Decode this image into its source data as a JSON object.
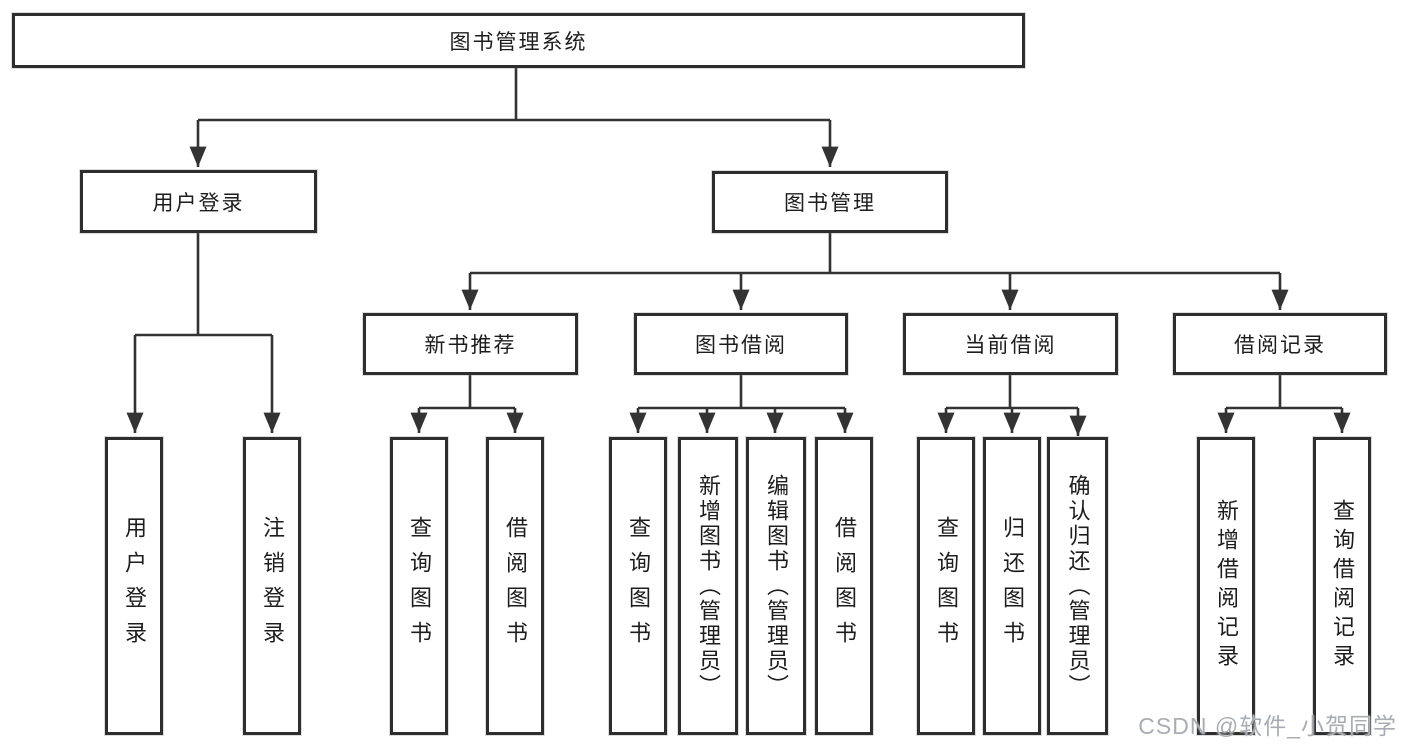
{
  "diagram": {
    "root": {
      "label": "图书管理系统"
    },
    "level2": {
      "user_login": {
        "label": "用户登录"
      },
      "book_mgmt": {
        "label": "图书管理"
      }
    },
    "level3": {
      "new_book": {
        "label": "新书推荐"
      },
      "book_borrow": {
        "label": "图书借阅"
      },
      "current_borrow": {
        "label": "当前借阅"
      },
      "borrow_record": {
        "label": "借阅记录"
      }
    },
    "leaves": {
      "user_login_login": {
        "label": "用户登录"
      },
      "user_login_logout": {
        "label": "注销登录"
      },
      "new_book_query": {
        "label": "查询图书"
      },
      "new_book_borrow": {
        "label": "借阅图书"
      },
      "borrow_query": {
        "label": "查询图书"
      },
      "borrow_add": {
        "label": "新增图书（管理员）"
      },
      "borrow_edit": {
        "label": "编辑图书（管理员）"
      },
      "borrow_borrow": {
        "label": "借阅图书"
      },
      "current_query": {
        "label": "查询图书"
      },
      "current_return": {
        "label": "归还图书"
      },
      "current_confirm": {
        "label": "确认归还（管理员）"
      },
      "record_add": {
        "label": "新增借阅记录"
      },
      "record_query": {
        "label": "查询借阅记录"
      }
    }
  },
  "watermark": {
    "text": "CSDN @软件_小贺同学"
  },
  "colors": {
    "line": "#333333",
    "box_border": "#2e2e2e",
    "text": "#1d1d1d",
    "watermark": "#a9adb3",
    "background": "#ffffff"
  }
}
